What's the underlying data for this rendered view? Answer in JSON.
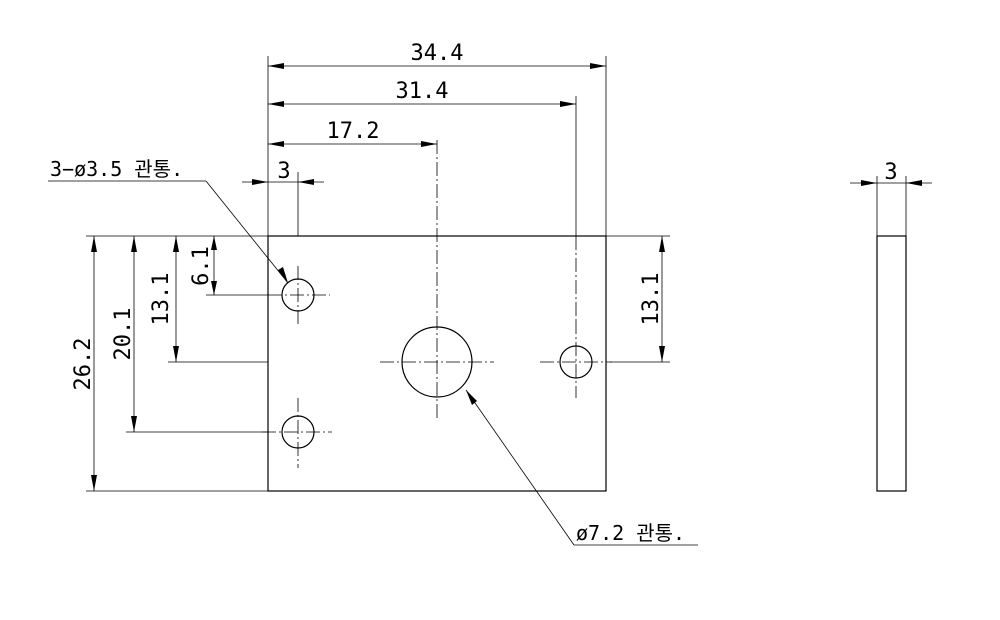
{
  "dimensions": {
    "top_overall": "34.4",
    "top_right_hole": "31.4",
    "top_center_hole": "17.2",
    "top_left_hole": "3",
    "left_overall": "26.2",
    "left_bottom_hole": "20.1",
    "left_center_line": "13.1",
    "left_top_hole": "6.1",
    "right_center_line": "13.1",
    "side_thickness": "3"
  },
  "notes": {
    "small_holes": "3−ø3.5 관통.",
    "large_hole": "ø7.2 관통."
  }
}
